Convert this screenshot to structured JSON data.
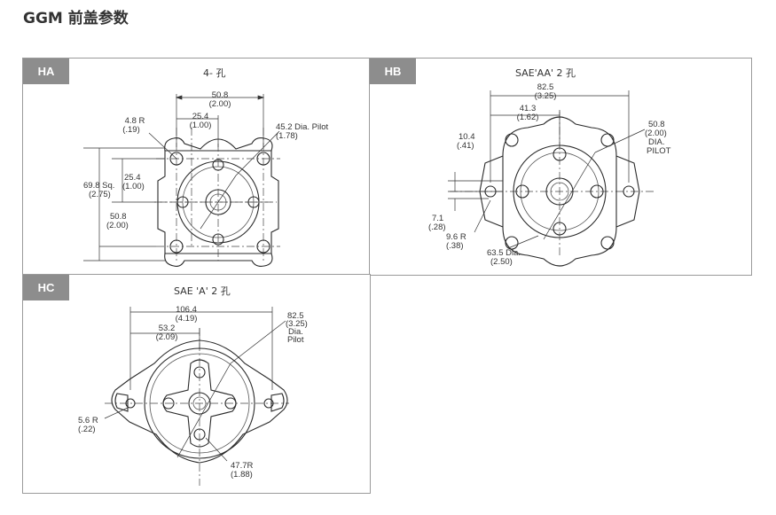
{
  "page": {
    "title": "GGM 前盖参数"
  },
  "panels": {
    "ha": {
      "tag": "HA",
      "title": "4- 孔",
      "dims": {
        "width_outer": "50.8",
        "width_outer_in": "(2.00)",
        "width_half": "25.4",
        "width_half_in": "(1.00)",
        "radius": "4.8 R",
        "radius_in": "(.19)",
        "pilot": "45.2 Dia. Pilot",
        "pilot_in": "(1.78)",
        "sq": "69.8 Sq.",
        "sq_in": "(2.75)",
        "v_half": "25.4",
        "v_half_in": "(1.00)",
        "v_full": "50.8",
        "v_full_in": "(2.00)"
      }
    },
    "hb": {
      "tag": "HB",
      "title": "SAE'AA' 2 孔",
      "dims": {
        "width_outer": "82.5",
        "width_outer_in": "(3.25)",
        "width_half": "41.3",
        "width_half_in": "(1.62)",
        "pilot": "50.8",
        "pilot_in": "(2.00)",
        "pilot_label1": "DIA.",
        "pilot_label2": "PILOT",
        "v_small": "10.4",
        "v_small_in": "(.41)",
        "offset": "7.1",
        "offset_in": "(.28)",
        "radius": "9.6 R",
        "radius_in": "(.38)",
        "bolt_dia": "63.5 Dia.",
        "bolt_dia_in": "(2.50)"
      }
    },
    "hc": {
      "tag": "HC",
      "title": "SAE 'A' 2 孔",
      "dims": {
        "width_outer": "106.4",
        "width_outer_in": "(4.19)",
        "width_half": "53.2",
        "width_half_in": "(2.09)",
        "pilot": "82.5",
        "pilot_in": "(3.25)",
        "pilot_label1": "Dia.",
        "pilot_label2": "Pilot",
        "radius": "5.6 R",
        "radius_in": "(.22)",
        "radius2": "47.7R",
        "radius2_in": "(1.88)"
      }
    }
  }
}
